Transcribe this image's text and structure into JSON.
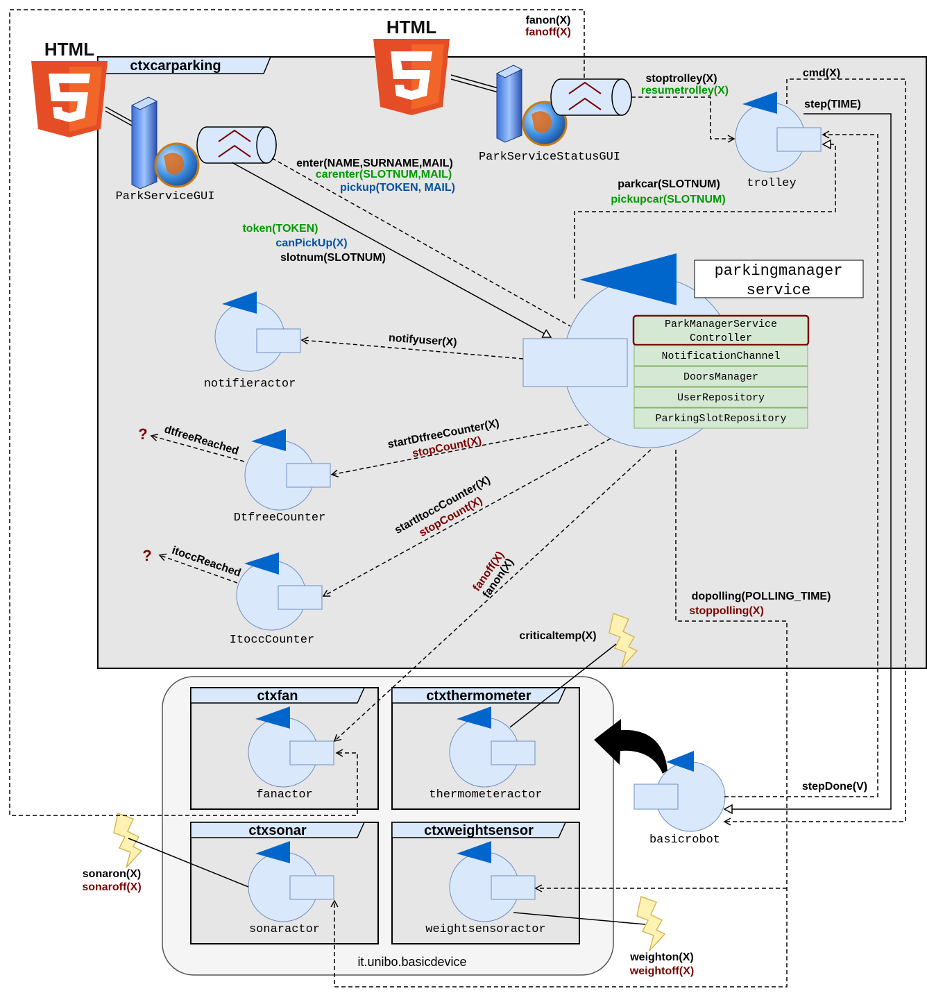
{
  "contexts": {
    "carparking": "ctxcarparking",
    "fan": "ctxfan",
    "thermometer": "ctxthermometer",
    "sonar": "ctxsonar",
    "weightsensor": "ctxweightsensor",
    "basicdevice": "it.unibo.basicdevice"
  },
  "html5_badge": "HTML",
  "guis": {
    "parkservice": "ParkServiceGUI",
    "statusgui": "ParkServiceStatusGUI"
  },
  "actors": {
    "trolley": "trolley",
    "notifier": "notifieractor",
    "dtfree": "DtfreeCounter",
    "itocc": "ItoccCounter",
    "fan": "fanactor",
    "thermometer": "thermometeractor",
    "sonar": "sonaractor",
    "weightsensor": "weightsensoractor",
    "basicrobot": "basicrobot"
  },
  "parkingmanager": {
    "title_line1": "parkingmanager",
    "title_line2": "service",
    "components": [
      "NotificationChannel",
      "DoorsManager",
      "UserRepository",
      "ParkingSlotRepository"
    ],
    "controller_line1": "ParkManagerService",
    "controller_line2": "Controller"
  },
  "messages": {
    "fanon_top": "fanon(X)",
    "fanoff_top": "fanoff(X)",
    "stoptrolley": "stoptrolley(X)",
    "resumetrolley": "resumetrolley(X)",
    "cmd": "cmd(X)",
    "step": "step(TIME)",
    "enter": "enter(NAME,SURNAME,MAIL)",
    "carenter": "carenter(SLOTNUM,MAIL)",
    "pickup": "pickup(TOKEN, MAIL)",
    "parkcar": "parkcar(SLOTNUM)",
    "pickupcar": "pickupcar(SLOTNUM)",
    "token": "token(TOKEN)",
    "canpickup": "canPickUp(X)",
    "slotnum": "slotnum(SLOTNUM)",
    "notifyuser": "notifyuser(X)",
    "dtfreereached": "dtfreeReached",
    "startdtfree": "startDtfreeCounter(X)",
    "stopcount1": "stopCount(X)",
    "startitocc": "startItoccCounter(X)",
    "stopcount2": "stopCount(X)",
    "itoccreached": "itoccReached",
    "fanoff_mid": "fanoff(X)",
    "fanon_mid": "fanon(X)",
    "dopolling": "dopolling(POLLING_TIME)",
    "stoppolling": "stoppolling(X)",
    "criticaltemp": "criticaltemp(X)",
    "stepdone": "stepDone(V)",
    "sonaron": "sonaron(X)",
    "sonaroff": "sonaroff(X)",
    "weighton": "weighton(X)",
    "weightoff": "weightoff(X)",
    "question": "?"
  },
  "colors": {
    "black": "#000000",
    "green": "#009900",
    "blue": "#0050a0",
    "darkred": "#7a0000",
    "ctx_fill": "#e6e6e6",
    "actor_fill": "#dae8fc",
    "component_fill": "#d5e8d4",
    "html5_orange": "#e44d26"
  }
}
